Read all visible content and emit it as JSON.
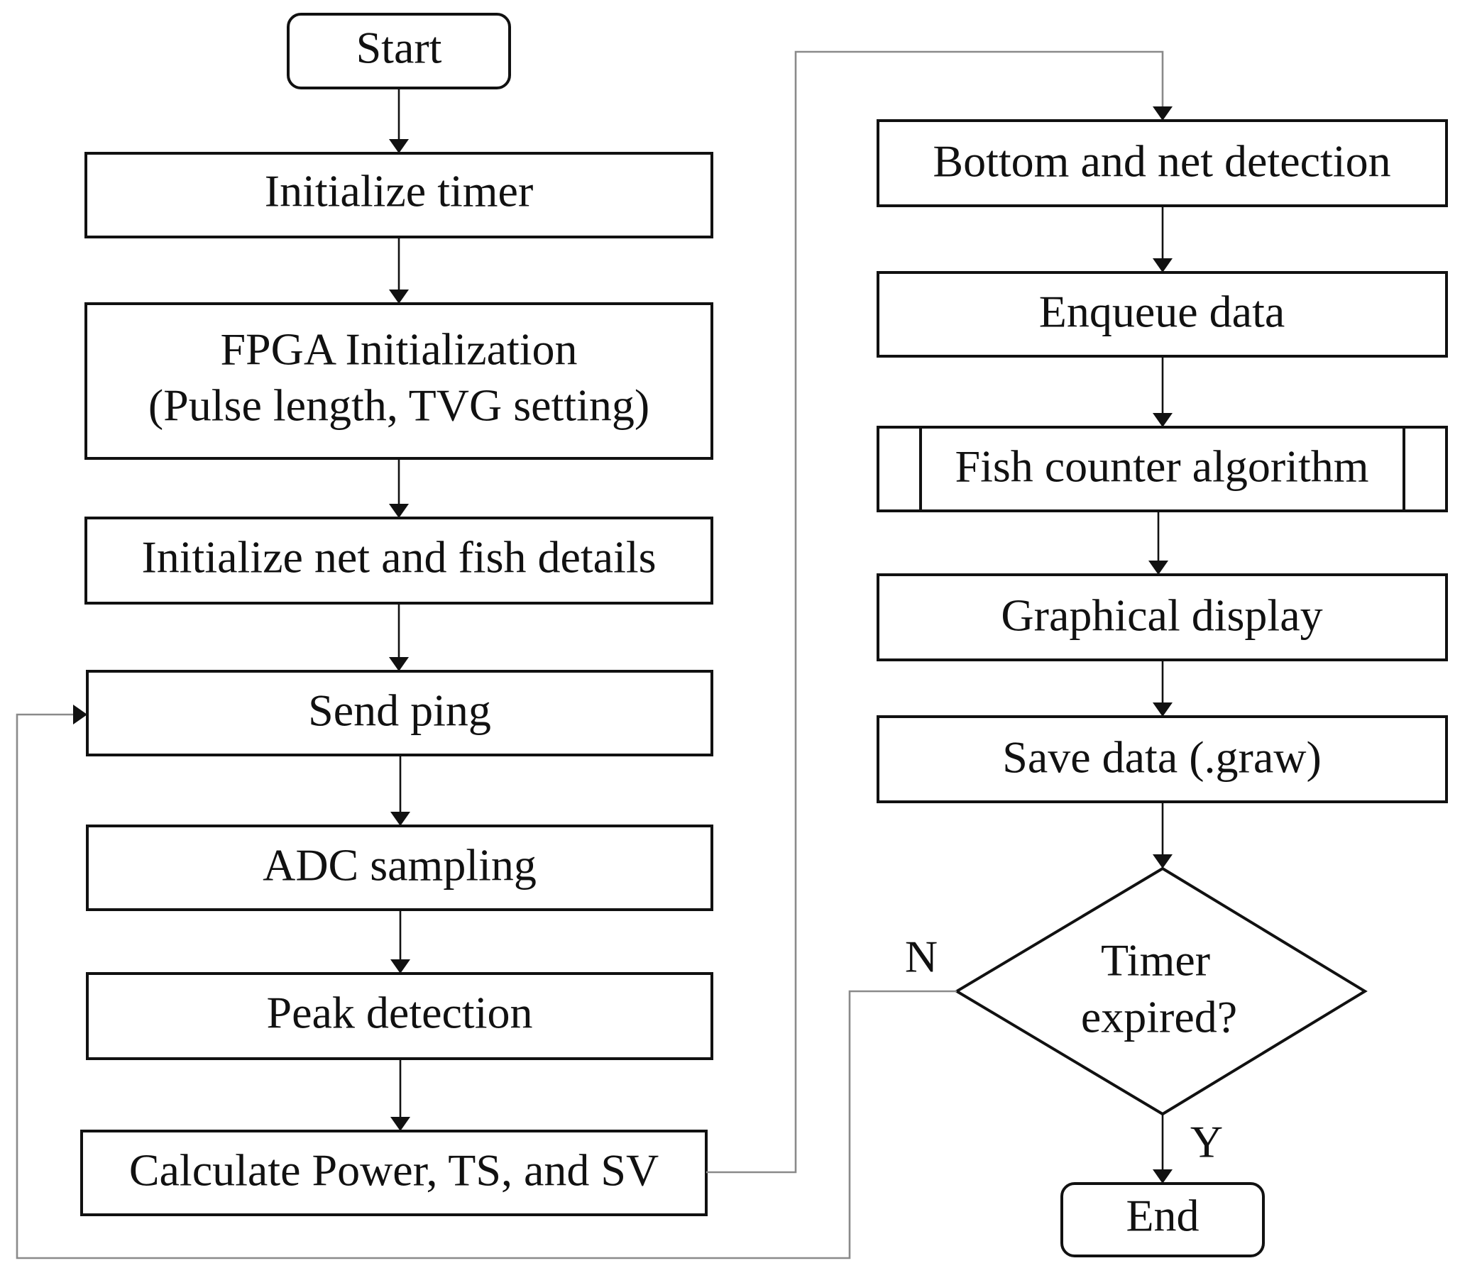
{
  "nodes": {
    "start": "Start",
    "init_timer": "Initialize timer",
    "fpga_init_line1": "FPGA Initialization",
    "fpga_init_line2": "(Pulse length, TVG setting)",
    "init_net_fish": "Initialize net and fish details",
    "send_ping": "Send ping",
    "adc_sampling": "ADC sampling",
    "peak_detection": "Peak detection",
    "calc_power": "Calculate Power, TS, and SV",
    "bottom_net_detection": "Bottom and net  detection",
    "enqueue_data": "Enqueue data",
    "fish_counter": "Fish counter algorithm",
    "graphical_display": "Graphical display",
    "save_data": "Save data (.graw)",
    "timer_expired_line1": "Timer",
    "timer_expired_line2": "expired?",
    "end": "End"
  },
  "branches": {
    "no": "N",
    "yes": "Y"
  }
}
